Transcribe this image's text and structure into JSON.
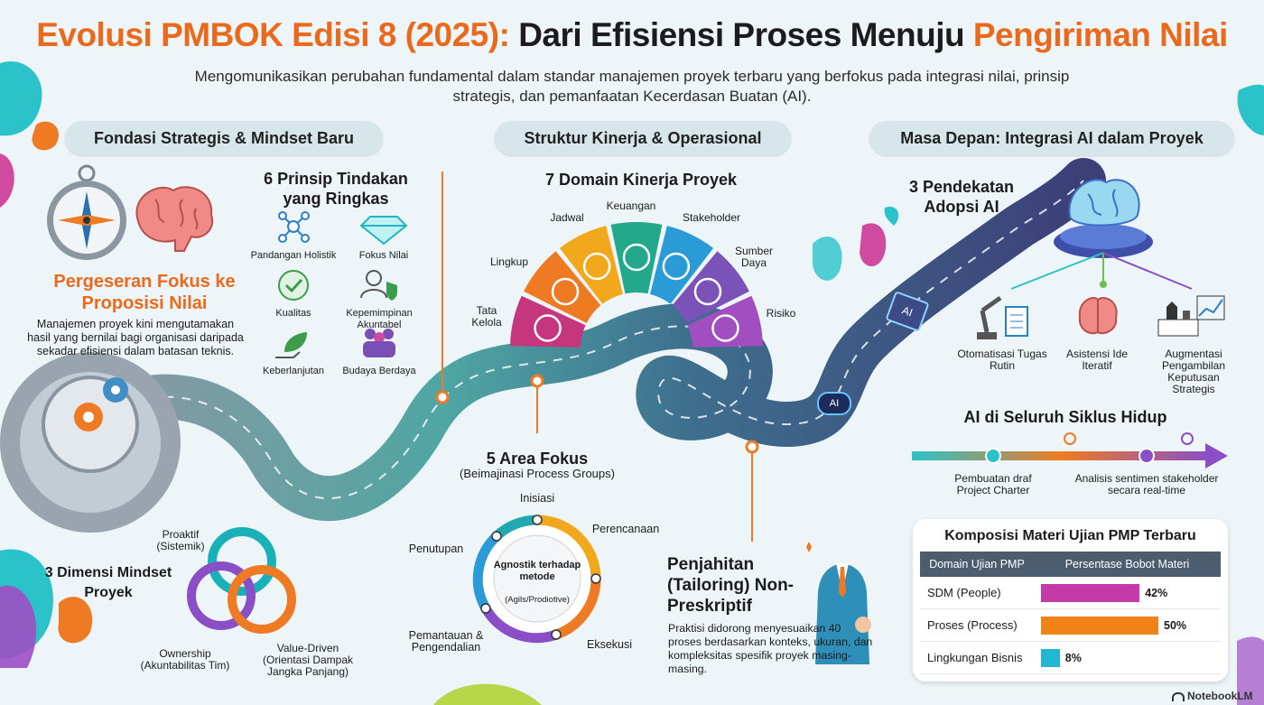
{
  "title": {
    "part1": "Evolusi PMBOK Edisi 8 (2025):",
    "part2": " Dari Efisiensi Proses Menuju ",
    "part3": "Pengiriman Nilai"
  },
  "subtitle": "Mengomunikasikan perubahan fundamental dalam standar manajemen proyek terbaru yang berfokus pada integrasi nilai, prinsip strategis, dan pemanfaatan Kecerdasan Buatan (AI).",
  "sections": {
    "left": "Fondasi Strategis & Mindset Baru",
    "middle": "Struktur Kinerja & Operasional",
    "right": "Masa Depan: Integrasi AI dalam Proyek"
  },
  "value_shift": {
    "heading": "Pergeseran Fokus ke Proposisi Nilai",
    "body": "Manajemen proyek kini mengutamakan hasil yang bernilai bagi organisasi daripada sekadar efisiensi dalam batasan teknis."
  },
  "principles": {
    "heading": "6 Prinsip Tindakan yang Ringkas",
    "items": [
      {
        "label": "Pandangan Holistik",
        "icon": "network-icon",
        "color": "#2a7fc9"
      },
      {
        "label": "Fokus Nilai",
        "icon": "diamond-icon",
        "color": "#1fb5c4"
      },
      {
        "label": "Kualitas",
        "icon": "check-badge-icon",
        "color": "#3c9c4a"
      },
      {
        "label": "Kepemimpinan Akuntabel",
        "icon": "leader-shield-icon",
        "color": "#3c9c4a"
      },
      {
        "label": "Keberlanjutan",
        "icon": "leaf-hand-icon",
        "color": "#3c9c4a"
      },
      {
        "label": "Budaya Berdaya",
        "icon": "team-icon",
        "color": "#7a4fb5"
      }
    ]
  },
  "mindset": {
    "heading": "3 Dimensi Mindset Proyek",
    "rings": [
      {
        "label": "Proaktif",
        "sub": "(Sistemik)",
        "color": "#1ab0b8"
      },
      {
        "label": "Ownership",
        "sub": "(Akuntabilitas Tim)",
        "color": "#8a4fc6"
      },
      {
        "label": "Value-Driven",
        "sub": "(Orientasi Dampak Jangka Panjang)",
        "color": "#ee7b24"
      }
    ]
  },
  "domains": {
    "heading": "7 Domain Kinerja Proyek",
    "items": [
      {
        "label": "Tata Kelola",
        "color": "#c6367e",
        "icon": "gavel-icon"
      },
      {
        "label": "Lingkup",
        "color": "#ee7b24",
        "icon": "target-icon"
      },
      {
        "label": "Jadwal",
        "color": "#f2a81d",
        "icon": "clock-icon"
      },
      {
        "label": "Keuangan",
        "color": "#24a88c",
        "icon": "coins-icon"
      },
      {
        "label": "Stakeholder",
        "color": "#2a9bd6",
        "icon": "chat-icon"
      },
      {
        "label": "Sumber Daya",
        "color": "#7b52b8",
        "icon": "tools-icon"
      },
      {
        "label": "Risiko",
        "color": "#a04ec0",
        "icon": "shield-bolt-icon"
      }
    ]
  },
  "focus_areas": {
    "heading": "5 Area Fokus",
    "sub": "(Beimajinasi Process Groups)",
    "center": "Agnostik terhadap metode",
    "center_sub": "(Agils/Prodiotive)",
    "items": [
      "Inisiasi",
      "Perencanaan",
      "Eksekusi",
      "Pemantauan & Pengendalian",
      "Penutupan"
    ]
  },
  "tailoring": {
    "heading": "Penjahitan (Tailoring) Non-Preskriptif",
    "body": "Praktisi didorong menyesuaikan 40 proses berdasarkan konteks, ukuran, dan kompleksitas spesifik proyek masing-masing."
  },
  "ai_adoption": {
    "heading": "3 Pendekatan Adopsi AI",
    "chip_label": "AI",
    "items": [
      {
        "label": "Otomatisasi Tugas Rutin",
        "icon": "robot-arm-icon"
      },
      {
        "label": "Asistensi Ide Iteratif",
        "icon": "brain-icon"
      },
      {
        "label": "Augmentasi Pengambilan Keputusan Strategis",
        "icon": "chess-icon"
      }
    ]
  },
  "lifecycle": {
    "heading": "AI di Seluruh Siklus Hidup",
    "left_label": "Pembuatan draf Project Charter",
    "right_label": "Analisis sentimen stakeholder secara real-time"
  },
  "exam": {
    "heading": "Komposisi Materi Ujian PMP Terbaru",
    "col1": "Domain Ujian PMP",
    "col2": "Persentase Bobot Materi",
    "rows": [
      {
        "domain": "SDM (People)",
        "value": 42,
        "label": "42%",
        "color": "#c43aa7"
      },
      {
        "domain": "Proses (Process)",
        "value": 50,
        "label": "50%",
        "color": "#f08317"
      },
      {
        "domain": "Lingkungan Bisnis",
        "value": 8,
        "label": "8%",
        "color": "#22b8d4"
      }
    ]
  },
  "brand": "NotebookLM"
}
